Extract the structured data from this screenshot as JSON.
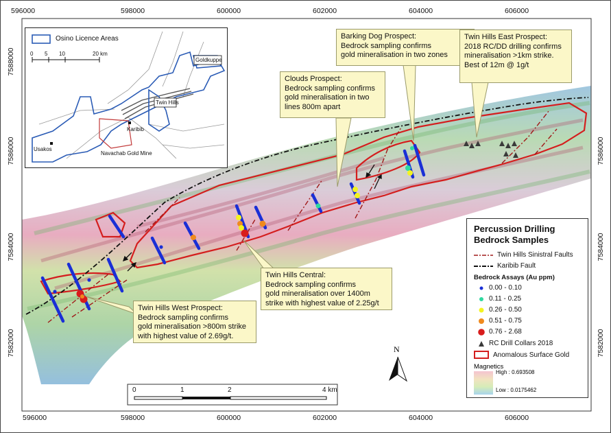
{
  "x_ticks": [
    "596000",
    "598000",
    "600000",
    "602000",
    "604000",
    "606000"
  ],
  "y_ticks_left": [
    "7588000",
    "7586000",
    "7584000",
    "7582000"
  ],
  "y_ticks_right": [
    "7586000",
    "7584000",
    "7582000"
  ],
  "inset": {
    "legend_label": "Osino Licence Areas",
    "scale_labels": [
      "0",
      "5",
      "10",
      "20 km"
    ],
    "places": [
      "Goldkuppe",
      "Twin Hills",
      "Karibib",
      "Usakos",
      "Navachab Gold Mine"
    ]
  },
  "callouts": {
    "barking_dog": "Barking Dog Prospect:\nBedrock sampling confirms\ngold mineralisation in two zones",
    "twin_hills_east": "Twin Hills East Prospect:\n2018 RC/DD drilling confirms\nmineralisation >1km strike.\nBest of 12m @ 1g/t",
    "clouds": "Clouds Prospect:\nBedrock sampling confirms\ngold mineralisation in two\nlines 800m apart",
    "twin_hills_central": "Twin Hills Central:\nBedrock sampling confirms\ngold mineralisation over 1400m\nstrike with highest value of 2.25g/t",
    "twin_hills_west": "Twin Hills West Prospect:\nBedrock sampling confirms\ngold mineralisation >800m strike\nwith highest value of 2.69g/t."
  },
  "legend": {
    "title_line1": "Percussion Drilling",
    "title_line2": "Bedrock Samples",
    "sinistral_faults": "Twin Hills Sinistral Faults",
    "karibib_fault": "Karibib Fault",
    "assays_title": "Bedrock Assays (Au ppm)",
    "classes": [
      {
        "label": "0.00 - 0.10",
        "color": "#1a2fd6"
      },
      {
        "label": "0.11 - 0.25",
        "color": "#2fd9a0"
      },
      {
        "label": "0.26 - 0.50",
        "color": "#f3f321"
      },
      {
        "label": "0.51 - 0.75",
        "color": "#f08a1e"
      },
      {
        "label": "0.76 - 2.68",
        "color": "#d81c1c"
      }
    ],
    "rc_collars": "RC Drill Collars 2018",
    "surface_gold": "Anomalous Surface Gold",
    "magnetics_title": "Magnetics",
    "mag_high": "High : 0.693508",
    "mag_low": "Low : 0.0175462"
  },
  "scalebar": {
    "labels": [
      "0",
      "1",
      "2",
      "4 km"
    ]
  },
  "north_label": "N",
  "colors": {
    "fault_red": "#a01818",
    "surface_gold": "#d41e1e",
    "sample_blue": "#1a2fd6",
    "callout_bg": "#fbf7c8"
  }
}
